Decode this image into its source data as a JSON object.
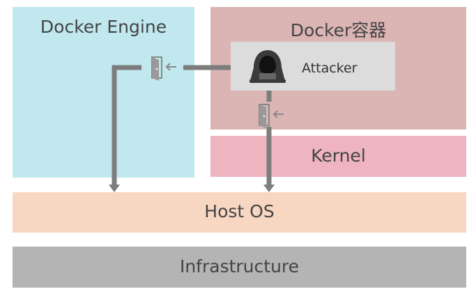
{
  "diagram": {
    "engine_label": "Docker Engine",
    "container_label": "Docker容器",
    "attacker_label": "Attacker",
    "kernel_label": "Kernel",
    "host_os_label": "Host OS",
    "infrastructure_label": "Infrastructure"
  },
  "colors": {
    "engine": "#c0e8ee",
    "container": "#dbb4b4",
    "kernel": "#eeb4c0",
    "host_os": "#f8d7c2",
    "infrastructure": "#b4b4b4",
    "attacker_box": "#dcdcdc",
    "arrow": "#7d7d7d"
  },
  "icons": {
    "attacker": "hooded-hacker-icon",
    "door": "door-exit-icon"
  }
}
